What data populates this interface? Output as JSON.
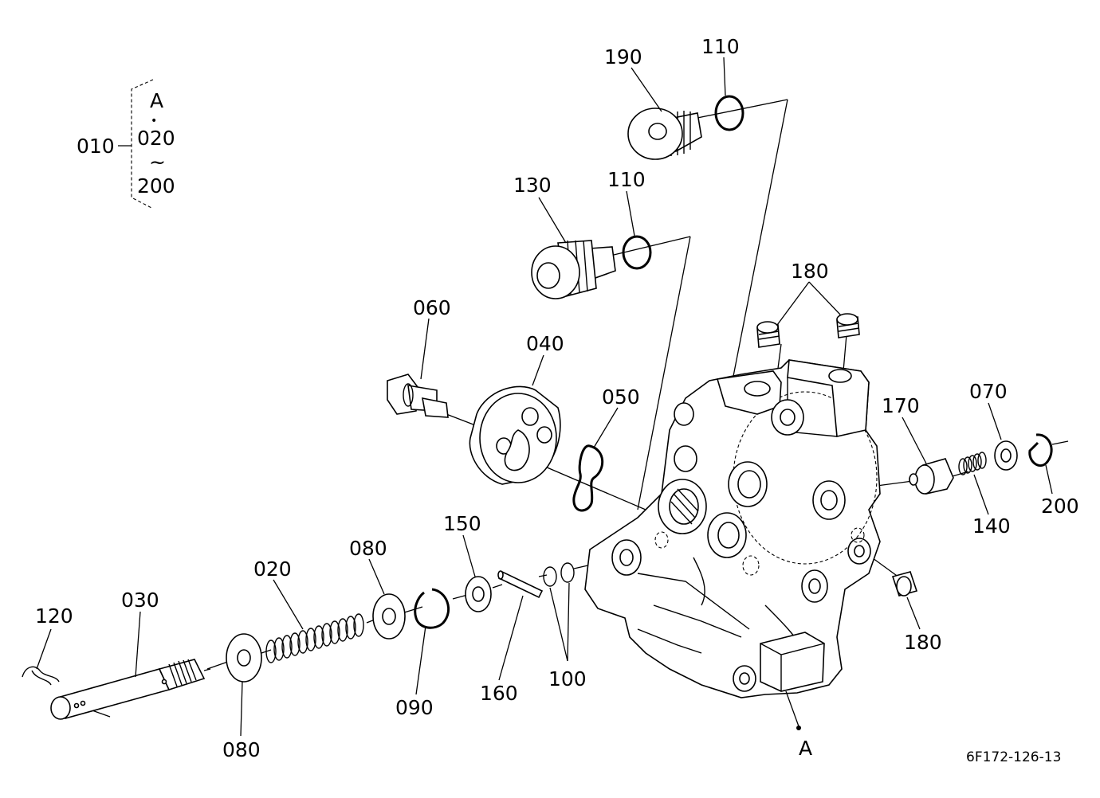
{
  "legend": {
    "main_part": "010",
    "range_start": "A",
    "dot": "•",
    "range_mid": "020",
    "tilde": "~",
    "range_end": "200"
  },
  "callouts": {
    "p190": "190",
    "p110_top": "110",
    "p130": "130",
    "p110_mid": "110",
    "p180_top": "180",
    "p060": "060",
    "p040": "040",
    "p050": "050",
    "p170": "170",
    "p070": "070",
    "p140": "140",
    "p200": "200",
    "p150": "150",
    "p080_top": "080",
    "p020": "020",
    "p030": "030",
    "p120": "120",
    "p090": "090",
    "p160": "160",
    "p100": "100",
    "p080_bottom": "080",
    "p180_right": "180",
    "point_a": "A"
  },
  "reference_code": "6F172-126-13"
}
